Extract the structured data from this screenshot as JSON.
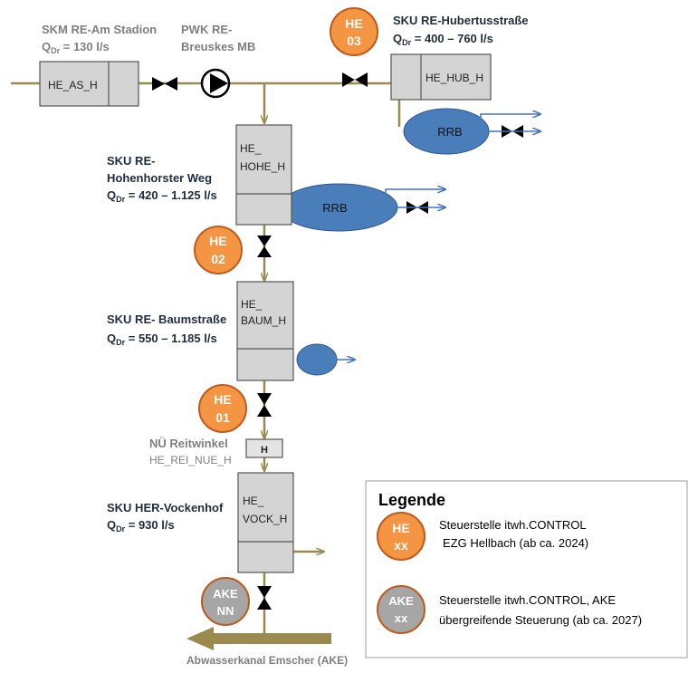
{
  "colors": {
    "pipe": "#9a8a4e",
    "box_fill": "#d4d4d4",
    "box_stroke": "#555555",
    "rrb_fill": "#4a7ebb",
    "outflow": "#4472c4",
    "he_marker": "#f39542",
    "ake_marker": "#a6a6a6",
    "marker_ring": "#c05a1c",
    "label_gray": "#7f7f7f",
    "label_dark": "#1f2d3d"
  },
  "stations": {
    "skm_stadion": {
      "name": "SKM RE-Am Stadion",
      "q_symbol": "Q",
      "q_sub": "Dr",
      "q_value": " = 130 l/s",
      "box_label": "HE_AS_H"
    },
    "pwk": {
      "line1": "PWK RE-",
      "line2": "Breuskes MB"
    },
    "hub": {
      "name": "SKU RE-Hubertusstraße",
      "q_symbol": "Q",
      "q_sub": "Dr",
      "q_value": " = 400 – 760 l/s",
      "box_label": "HE_HUB_H",
      "rrb": "RRB"
    },
    "hohe": {
      "line1": "SKU RE-",
      "line2": "Hohenhorster Weg",
      "q_symbol": "Q",
      "q_sub": "Dr",
      "q_value": " = 420 – 1.125 l/s",
      "box_line1": "HE_",
      "box_line2": "HOHE_H",
      "rrb": "RRB"
    },
    "baum": {
      "name": "SKU RE- Baumstraße",
      "q_symbol": "Q",
      "q_sub": "Dr",
      "q_value": " = 550 – 1.185 l/s",
      "box_line1": "HE_",
      "box_line2": "BAUM_H"
    },
    "rei": {
      "name": "NÜ Reitwinkel",
      "id": "HE_REI_NUE_H",
      "box_label": "H"
    },
    "vock": {
      "name": "SKU HER-Vockenhof",
      "q_symbol": "Q",
      "q_sub": "Dr",
      "q_value": " = 930 l/s",
      "box_line1": "HE_",
      "box_line2": "VOCK_H"
    }
  },
  "markers": {
    "he03": {
      "line1": "HE",
      "line2": "03"
    },
    "he02": {
      "line1": "HE",
      "line2": "02"
    },
    "he01": {
      "line1": "HE",
      "line2": "01"
    },
    "ake": {
      "line1": "AKE",
      "line2": "NN"
    }
  },
  "bottom_label": "Abwasserkanal Emscher (AKE)",
  "legend": {
    "title": "Legende",
    "he": {
      "line1": "HE",
      "line2": "xx",
      "text1": "Steuerstelle itwh.CONTROL",
      "text2": "EZG Hellbach (ab ca. 2024)"
    },
    "ake": {
      "line1": "AKE",
      "line2": "xx",
      "text1": "Steuerstelle itwh.CONTROL, AKE",
      "text2": "übergreifende Steuerung (ab ca. 2027)"
    }
  }
}
